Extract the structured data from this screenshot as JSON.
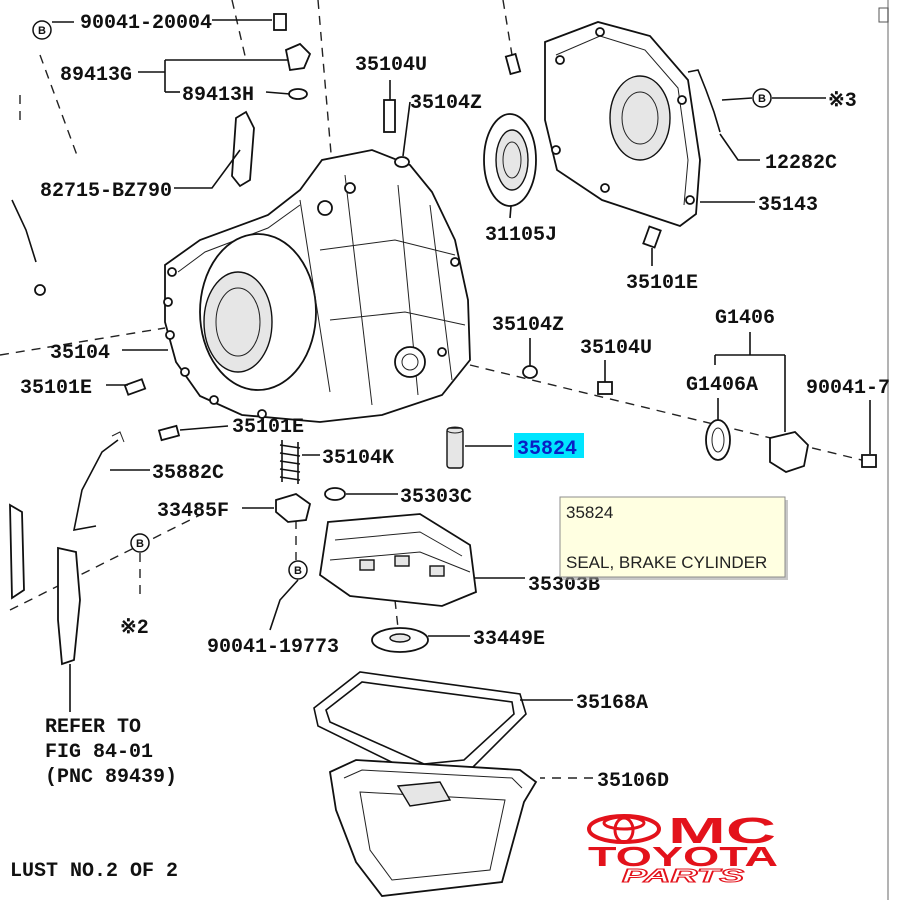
{
  "callouts": [
    "90041-20004",
    "89413G",
    "89413H",
    "35104U",
    "35104Z",
    "82715-BZ790",
    "31105J",
    "12282C",
    "35143",
    "35101E",
    "35104",
    "35104Z",
    "35104U",
    "G1406",
    "G1406A",
    "90041-7",
    "35101E",
    "35101E",
    "35882C",
    "35104K",
    "33485F",
    "35303C",
    "35303B",
    "90041-19773",
    "33449E",
    "35168A",
    "35106D"
  ],
  "highlighted_callout": "35824",
  "markers": {
    "b": "B",
    "note_3": "※3",
    "note_2": "※2"
  },
  "refer": {
    "line1": "REFER TO",
    "line2": "FIG 84-01",
    "line3": "(PNC 89439)"
  },
  "footer": "LUST NO.2 OF 2",
  "tooltip": {
    "part_no": "35824",
    "description": "SEAL, BRAKE CYLINDER"
  },
  "logo": {
    "line1": "MC",
    "line2": "TOYOTA",
    "line3": "PARTS"
  },
  "colors": {
    "highlight_bg": "#00e5ff",
    "highlight_text": "#0a1fc4",
    "tooltip_bg": "#ffffe1",
    "logo_red": "#e3121b"
  }
}
